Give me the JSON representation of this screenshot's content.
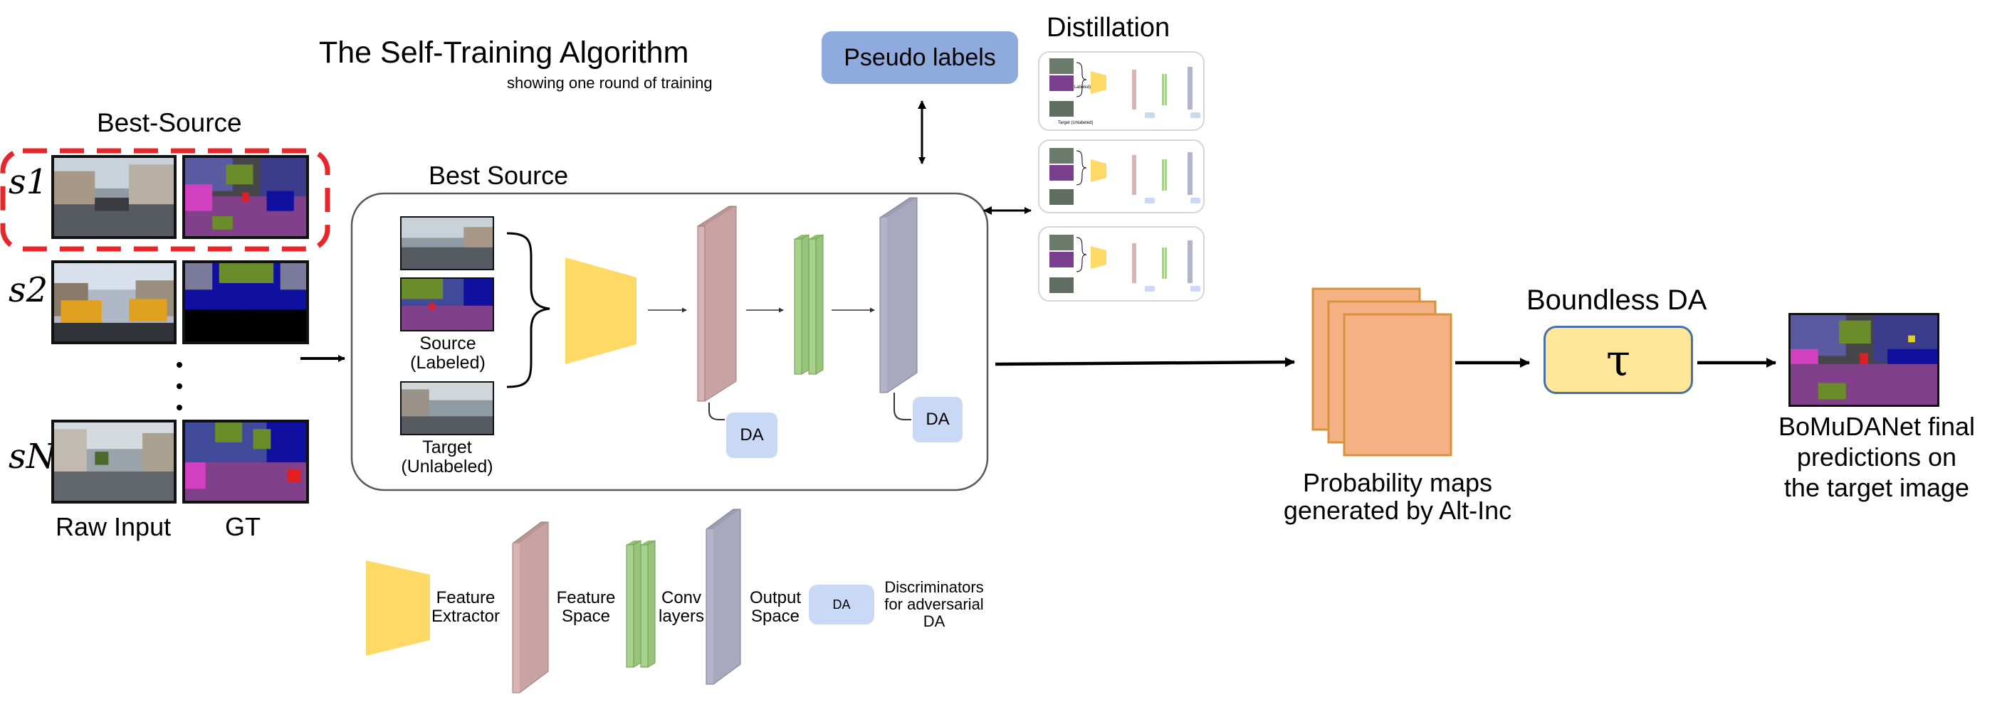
{
  "header": {
    "title": "The Self-Training Algorithm",
    "subtitle": "showing one round of training"
  },
  "pseudo_labels": "Pseudo labels",
  "distillation": {
    "title": "Distillation",
    "mini_source": "Source (Labeled)",
    "mini_target": "Target (Unlabeled)",
    "mini_da": "DA"
  },
  "left": {
    "best_source_label": "Best-Source",
    "sources": [
      "s1",
      "s2",
      "sN"
    ],
    "col_raw": "Raw Input",
    "col_gt": "GT"
  },
  "best_source_panel": {
    "title": "Best Source",
    "source_label": "Source\n(Labeled)",
    "target_label": "Target\n(Unlabeled)",
    "da_label": "DA"
  },
  "legend": {
    "feature_extractor": "Feature\nExtractor",
    "feature_space": "Feature\nSpace",
    "conv_layers": "Conv\nlayers",
    "output_space": "Output\nSpace",
    "da_box": "DA",
    "discriminators": "Discriminators\nfor adversarial\nDA"
  },
  "probability_maps": "Probability maps\ngenerated by Alt-Inc",
  "boundless": {
    "title": "Boundless DA",
    "symbol": "τ"
  },
  "final": {
    "caption": "BoMuDANet final\npredictions on\nthe target image"
  },
  "colors": {
    "red_dash": "#e8262a",
    "feature_extractor": "#ffd966",
    "feature_space": "#d8b4b4",
    "conv": "#a9d18e",
    "output_space": "#b4b4c8",
    "da_box": "#c9d9f5",
    "pseudo_box": "#8faadc",
    "prob_map": "#f4b183",
    "prob_map_border": "#d9923a",
    "boundless_box": "#ffe699",
    "boundless_border": "#4a6fa5",
    "seg_road": "#80408a",
    "seg_building": "#404a9a",
    "seg_car": "#1010a0",
    "seg_vegetation": "#6a8c2a"
  }
}
